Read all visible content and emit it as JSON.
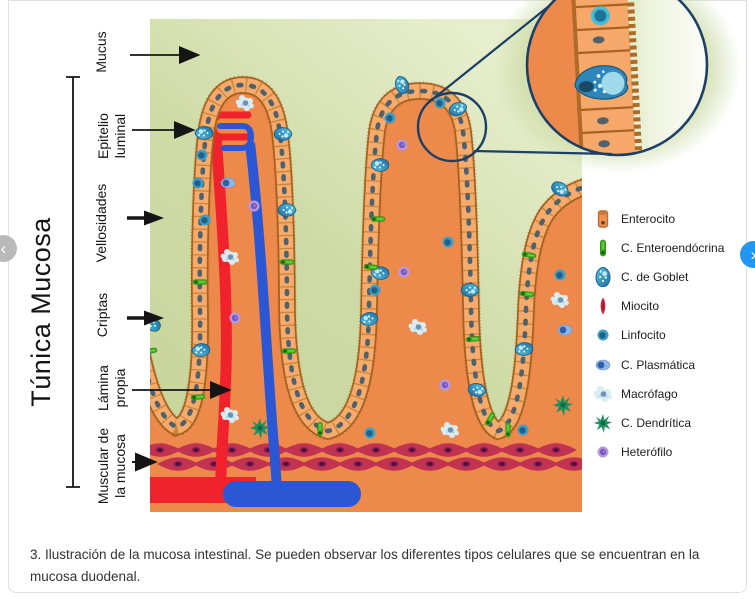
{
  "nav": {
    "prev_icon": "‹",
    "next_icon": "›"
  },
  "figure_labels": {
    "tunica_mucosa": "Túnica Mucosa",
    "mucus": "Mucus",
    "epitelio_line1": "Epitelio",
    "epitelio_line2": "luminal",
    "vellosidades": "Vellosidades",
    "criptas": "Criptas",
    "lamina_line1": "Lámina",
    "lamina_line2": "propia",
    "muscular_line1": "Muscular de",
    "muscular_line2": "la mucosa"
  },
  "legend": {
    "items": [
      {
        "label": "Enterocito",
        "icon": "enterocito-icon"
      },
      {
        "label": "C. Enteroendócrina",
        "icon": "enteroendocrine-cell-icon"
      },
      {
        "label": "C. de Goblet",
        "icon": "goblet-cell-icon"
      },
      {
        "label": "Miocito",
        "icon": "myocyte-icon"
      },
      {
        "label": "Linfocito",
        "icon": "lymphocyte-icon"
      },
      {
        "label": "C. Plasmática",
        "icon": "plasma-cell-icon"
      },
      {
        "label": "Macrófago",
        "icon": "macrophage-icon"
      },
      {
        "label": "C. Dendrítica",
        "icon": "dendritic-cell-icon"
      },
      {
        "label": "Heterófilo",
        "icon": "heterophil-icon"
      }
    ]
  },
  "caption": {
    "line1": "3. Ilustración de la mucosa intestinal. Se pueden observar los diferentes tipos celulares que se encuentran en la",
    "line2": "mucosa duodenal."
  },
  "colors": {
    "background_green": "#ccd9a3",
    "lamina_orange": "#ee894c",
    "epithelium_band": "#f6ab6d",
    "outline_brown": "#a5611f",
    "vessel_red": "#f0222c",
    "vessel_blue": "#2b57d5",
    "muscle_cell_red": "#c23352",
    "inset_ring_navy": "#1b3f66",
    "next_button_blue": "#2196f3",
    "prev_button_grey": "#b9b9b9"
  }
}
